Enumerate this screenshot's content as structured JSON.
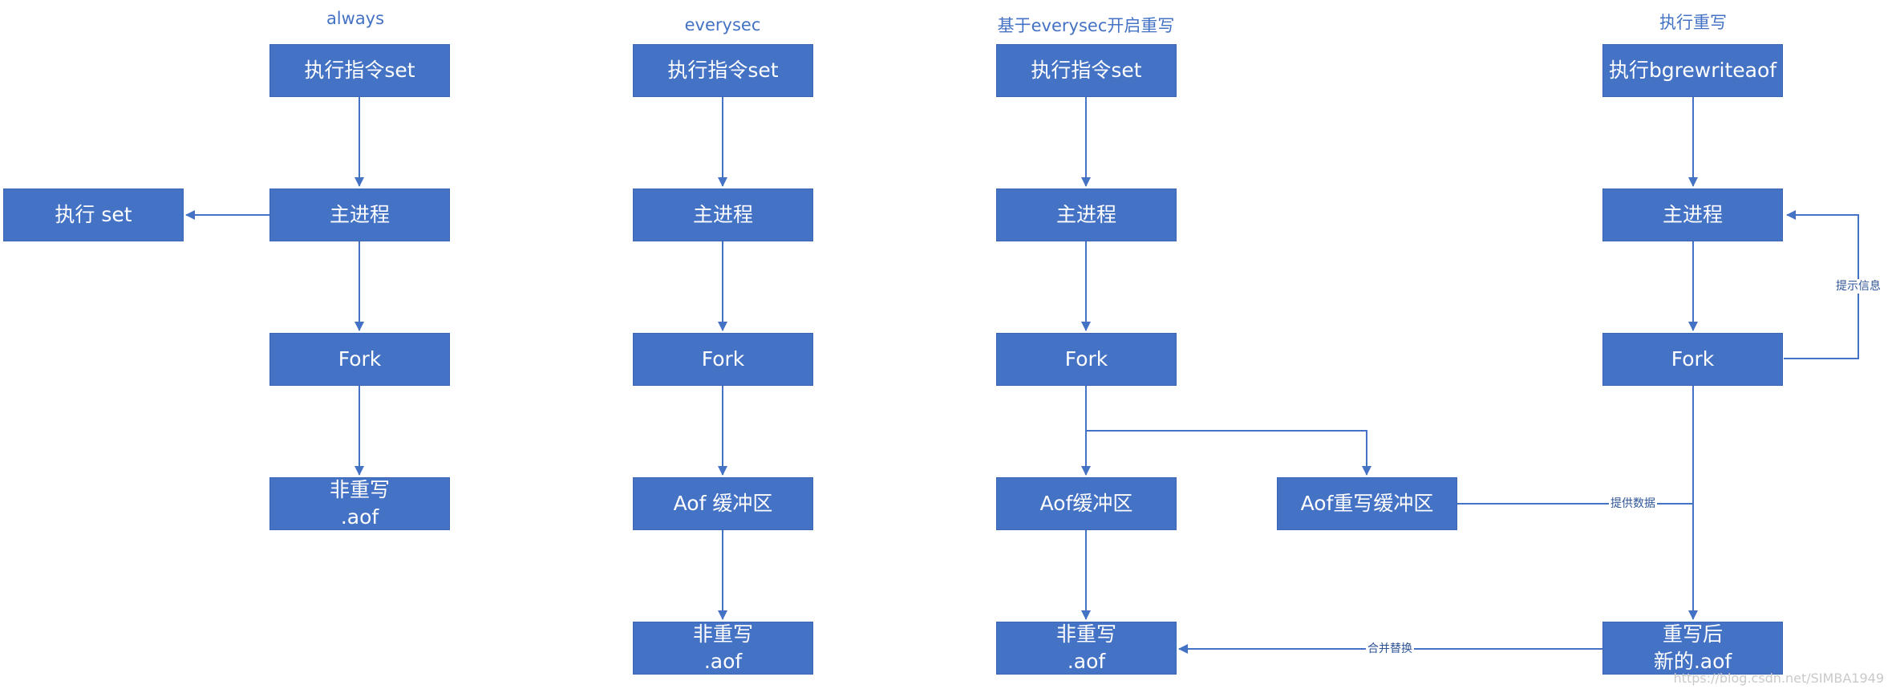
{
  "columns": {
    "always": {
      "title": "always",
      "set_cmd": "执行指令set",
      "main_process": "主进程",
      "exec_set": "执行 set",
      "fork": "Fork",
      "aof_line1": "非重写",
      "aof_line2": ".aof"
    },
    "everysec": {
      "title": "everysec",
      "set_cmd": "执行指令set",
      "main_process": "主进程",
      "fork": "Fork",
      "buffer": "Aof 缓冲区",
      "aof_line1": "非重写",
      "aof_line2": ".aof"
    },
    "rewrite_on": {
      "title": "基于everysec开启重写",
      "set_cmd": "执行指令set",
      "main_process": "主进程",
      "fork": "Fork",
      "buffer": "Aof缓冲区",
      "rewrite_buffer": "Aof重写缓冲区",
      "aof_line1": "非重写",
      "aof_line2": ".aof"
    },
    "do_rewrite": {
      "title": "执行重写",
      "cmd": "执行bgrewriteaof",
      "main_process": "主进程",
      "fork": "Fork",
      "new_aof_line1": "重写后",
      "new_aof_line2": "新的.aof"
    }
  },
  "edge_labels": {
    "notify": "提示信息",
    "provide_data": "提供数据",
    "merge_replace": "合并替换"
  },
  "watermark": "https://blog.csdn.net/SIMBA1949",
  "colors": {
    "box_fill": "#4472c4",
    "box_text": "#ffffff",
    "line": "#4472c4",
    "title_text": "#4472c4"
  }
}
